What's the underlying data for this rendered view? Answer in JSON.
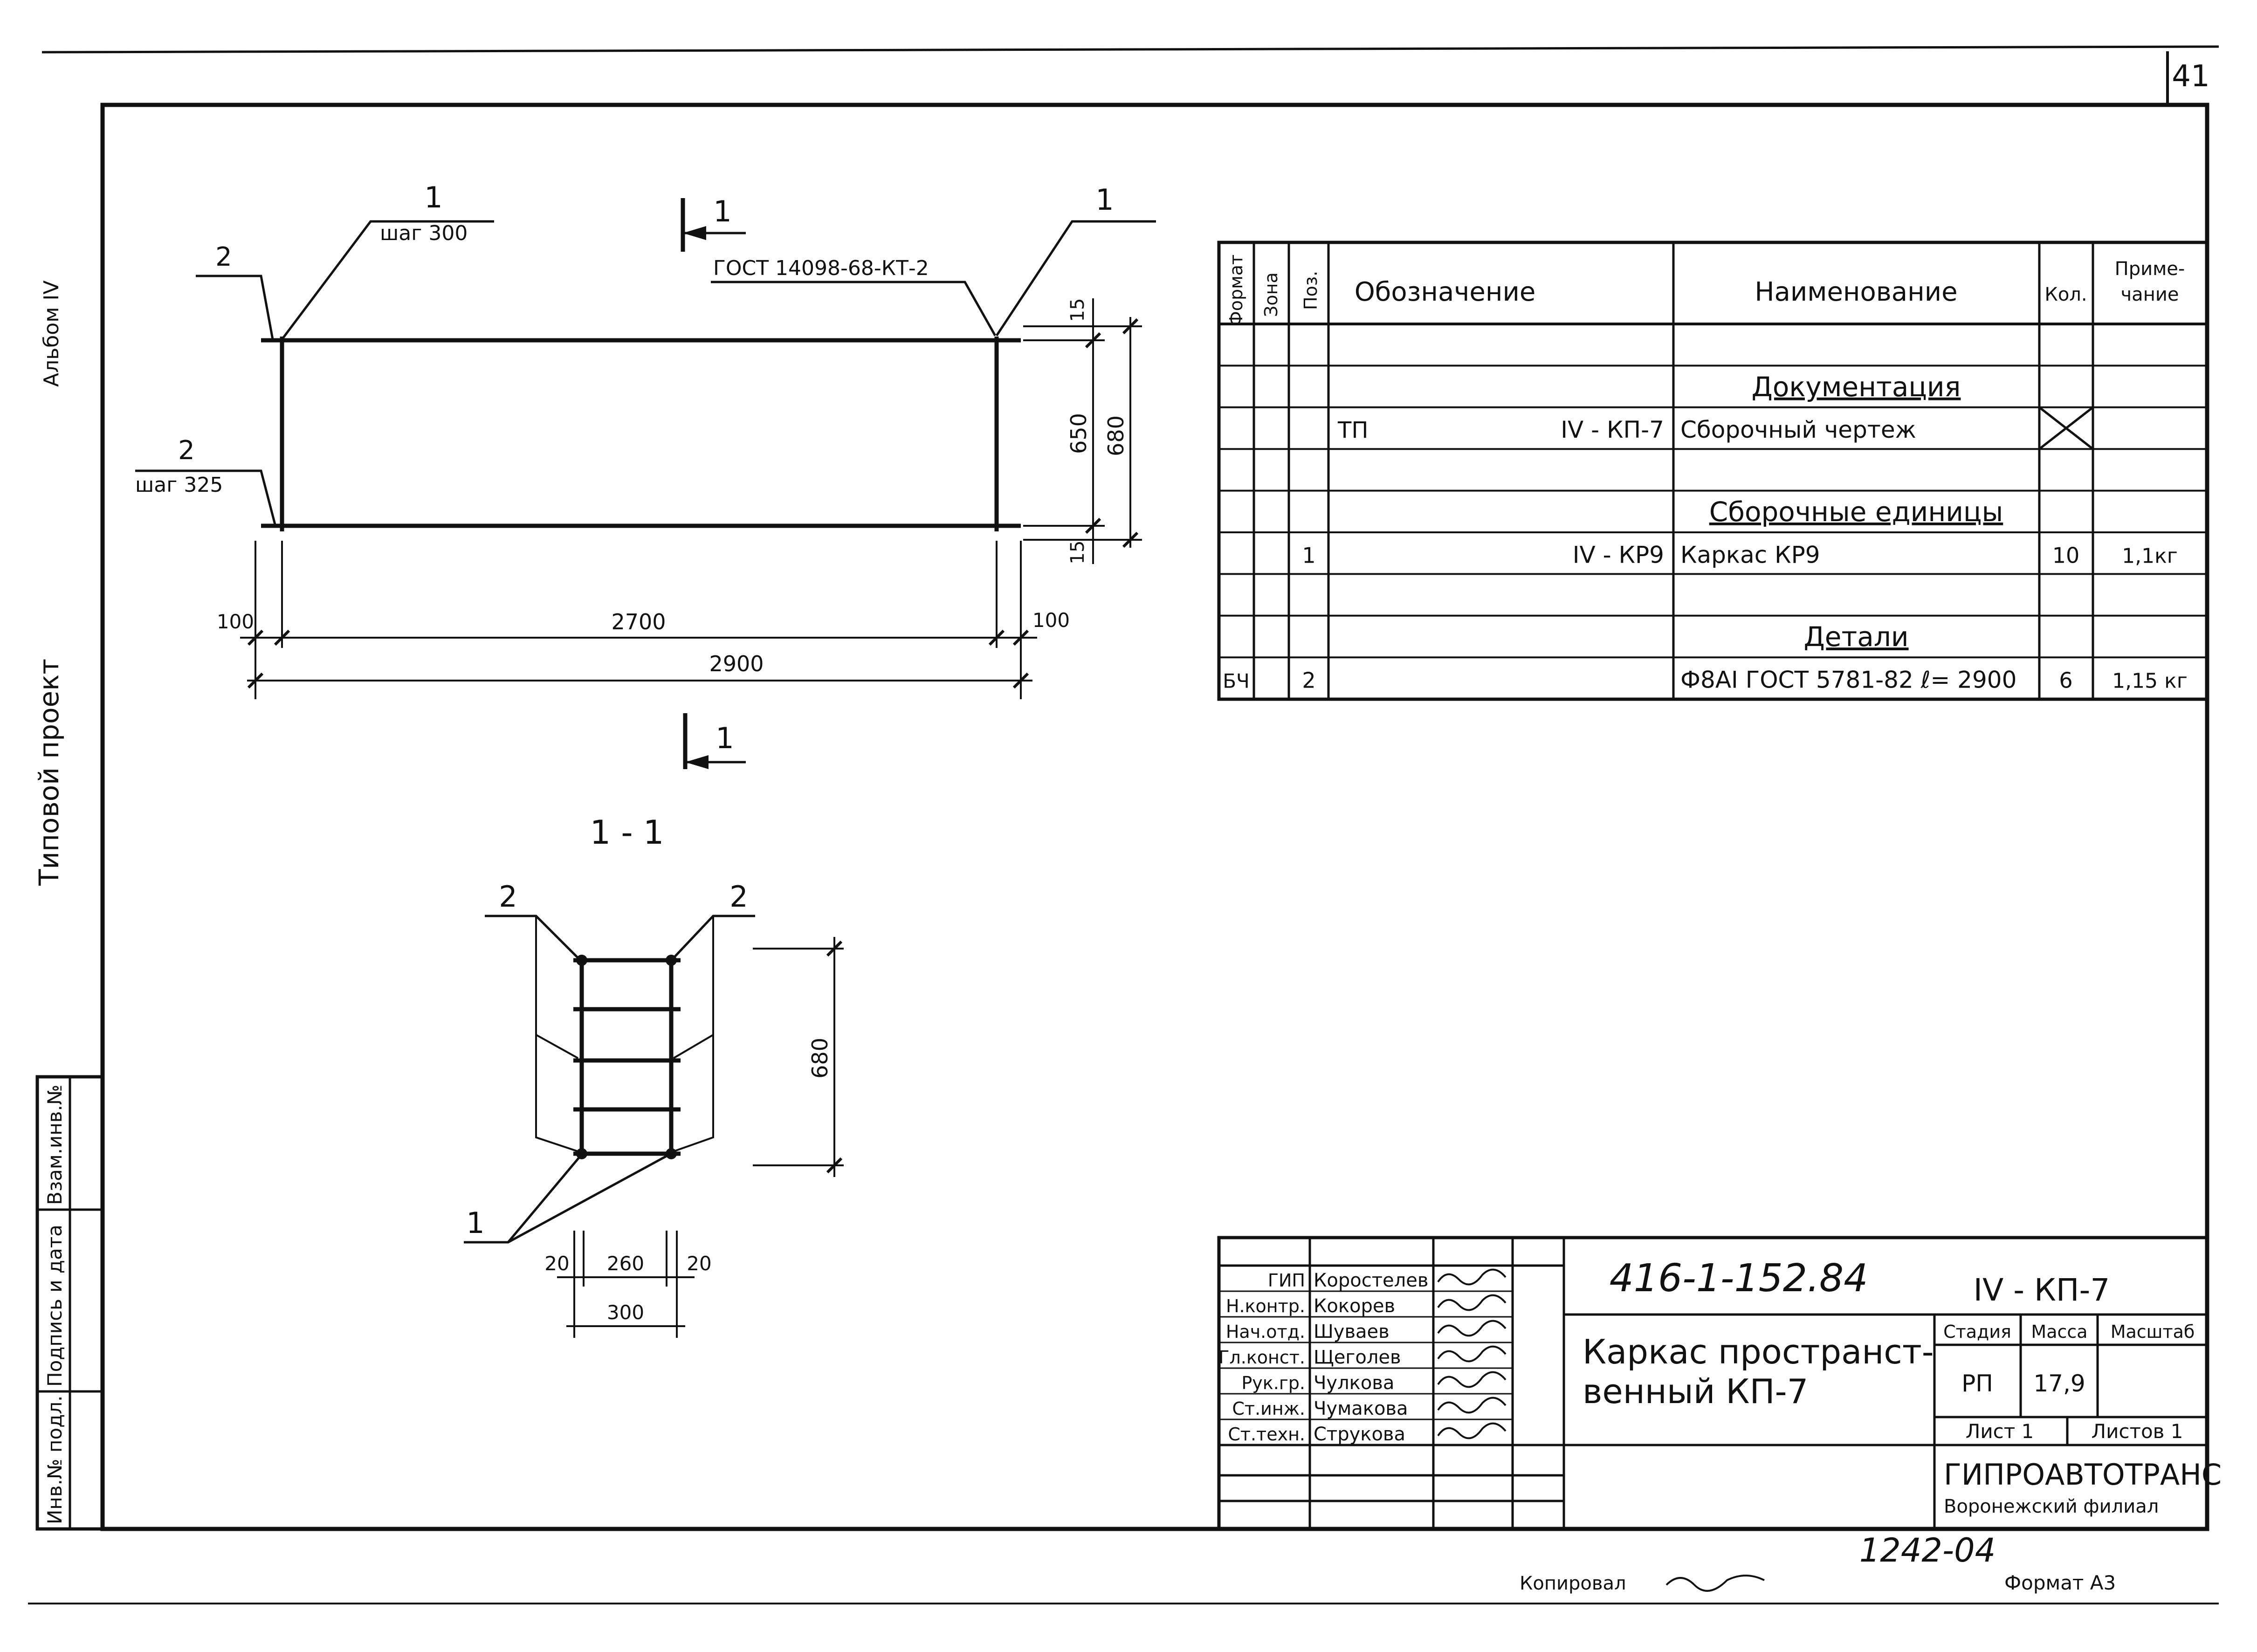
{
  "sheet": {
    "page_number": "41",
    "side_text": "Типовой проект",
    "side_album": "Альбом IV",
    "side_stamp": [
      "Инв.№ подл.",
      "Подпись и дата",
      "Взам.инв.№"
    ],
    "bottom_code": "1242-04",
    "copied_label": "Копировал",
    "format_label": "Формат А3"
  },
  "front_view": {
    "top_callout": "1",
    "top_callout_note": "шаг 300",
    "left_top_callout": "2",
    "left_bottom_callout": "2",
    "left_bottom_note": "шаг 325",
    "gost_note": "ГОСТ 14098-68-КТ-2",
    "right_callout": "1",
    "section_mark": "1",
    "dims": {
      "left_overhang": "100",
      "span": "2700",
      "right_overhang": "100",
      "total": "2900",
      "top_cover": "15",
      "height_inner": "650",
      "height_total": "680",
      "bottom_cover": "15"
    }
  },
  "section_view": {
    "title": "1 - 1",
    "callout_left": "2",
    "callout_right": "2",
    "callout_bottom": "1",
    "height": "680",
    "dims": [
      "20",
      "260",
      "20"
    ],
    "width": "300"
  },
  "spec_table": {
    "headers": [
      "Формат",
      "Зона",
      "Поз.",
      "Обозначение",
      "Наименование",
      "Кол.",
      "Приме-\nчание"
    ],
    "rows": [
      {
        "format": "",
        "zone": "",
        "pos": "",
        "designation_left": "",
        "designation_right": "",
        "name": "",
        "qty": "",
        "note": ""
      },
      {
        "format": "",
        "zone": "",
        "pos": "",
        "designation_left": "",
        "designation_right": "",
        "name": "Документация",
        "qty": "",
        "note": "",
        "heading": true
      },
      {
        "format": "",
        "zone": "",
        "pos": "",
        "designation_left": "ТП",
        "designation_right": "IV - КП-7",
        "name": "Сборочный  чертеж",
        "qty": "",
        "note": "",
        "crossed": true
      },
      {
        "format": "",
        "zone": "",
        "pos": "",
        "designation_left": "",
        "designation_right": "",
        "name": "",
        "qty": "",
        "note": ""
      },
      {
        "format": "",
        "zone": "",
        "pos": "",
        "designation_left": "",
        "designation_right": "",
        "name": "Сборочные единицы",
        "qty": "",
        "note": "",
        "heading": true
      },
      {
        "format": "",
        "zone": "",
        "pos": "1",
        "designation_left": "",
        "designation_right": "IV - КР9",
        "name": "Каркас          КР9",
        "qty": "10",
        "note": "1,1кг"
      },
      {
        "format": "",
        "zone": "",
        "pos": "",
        "designation_left": "",
        "designation_right": "",
        "name": "",
        "qty": "",
        "note": ""
      },
      {
        "format": "",
        "zone": "",
        "pos": "",
        "designation_left": "",
        "designation_right": "",
        "name": "Детали",
        "qty": "",
        "note": "",
        "heading": true
      },
      {
        "format": "БЧ",
        "zone": "",
        "pos": "2",
        "designation_left": "",
        "designation_right": "",
        "name": "Ф8АI  ГОСТ 5781-82 ℓ= 2900",
        "qty": "6",
        "note": "1,15 кг"
      }
    ]
  },
  "title_block": {
    "staff": [
      {
        "role": "ГИП",
        "name": "Коростелев"
      },
      {
        "role": "Н.контр.",
        "name": "Кокорев"
      },
      {
        "role": "Нач.отд.",
        "name": "Шуваев"
      },
      {
        "role": "Гл.конст.",
        "name": "Щеголев"
      },
      {
        "role": "Рук.гр.",
        "name": "Чулкова"
      },
      {
        "role": "Ст.инж.",
        "name": "Чумакова"
      },
      {
        "role": "Ст.техн.",
        "name": "Струкова"
      }
    ],
    "doc_code": "416-1-152.84",
    "sheet_code": "IV - КП-7",
    "title_line1": "Каркас пространст-",
    "title_line2": "венный  КП-7",
    "stage_label": "Стадия",
    "mass_label": "Масса",
    "scale_label": "Масштаб",
    "stage": "РП",
    "mass": "17,9",
    "scale": "",
    "sheet_label": "Лист 1",
    "sheets_label": "Листов 1",
    "org": "ГИПРОАВТОТРАНС",
    "branch": "Воронежский филиал"
  }
}
